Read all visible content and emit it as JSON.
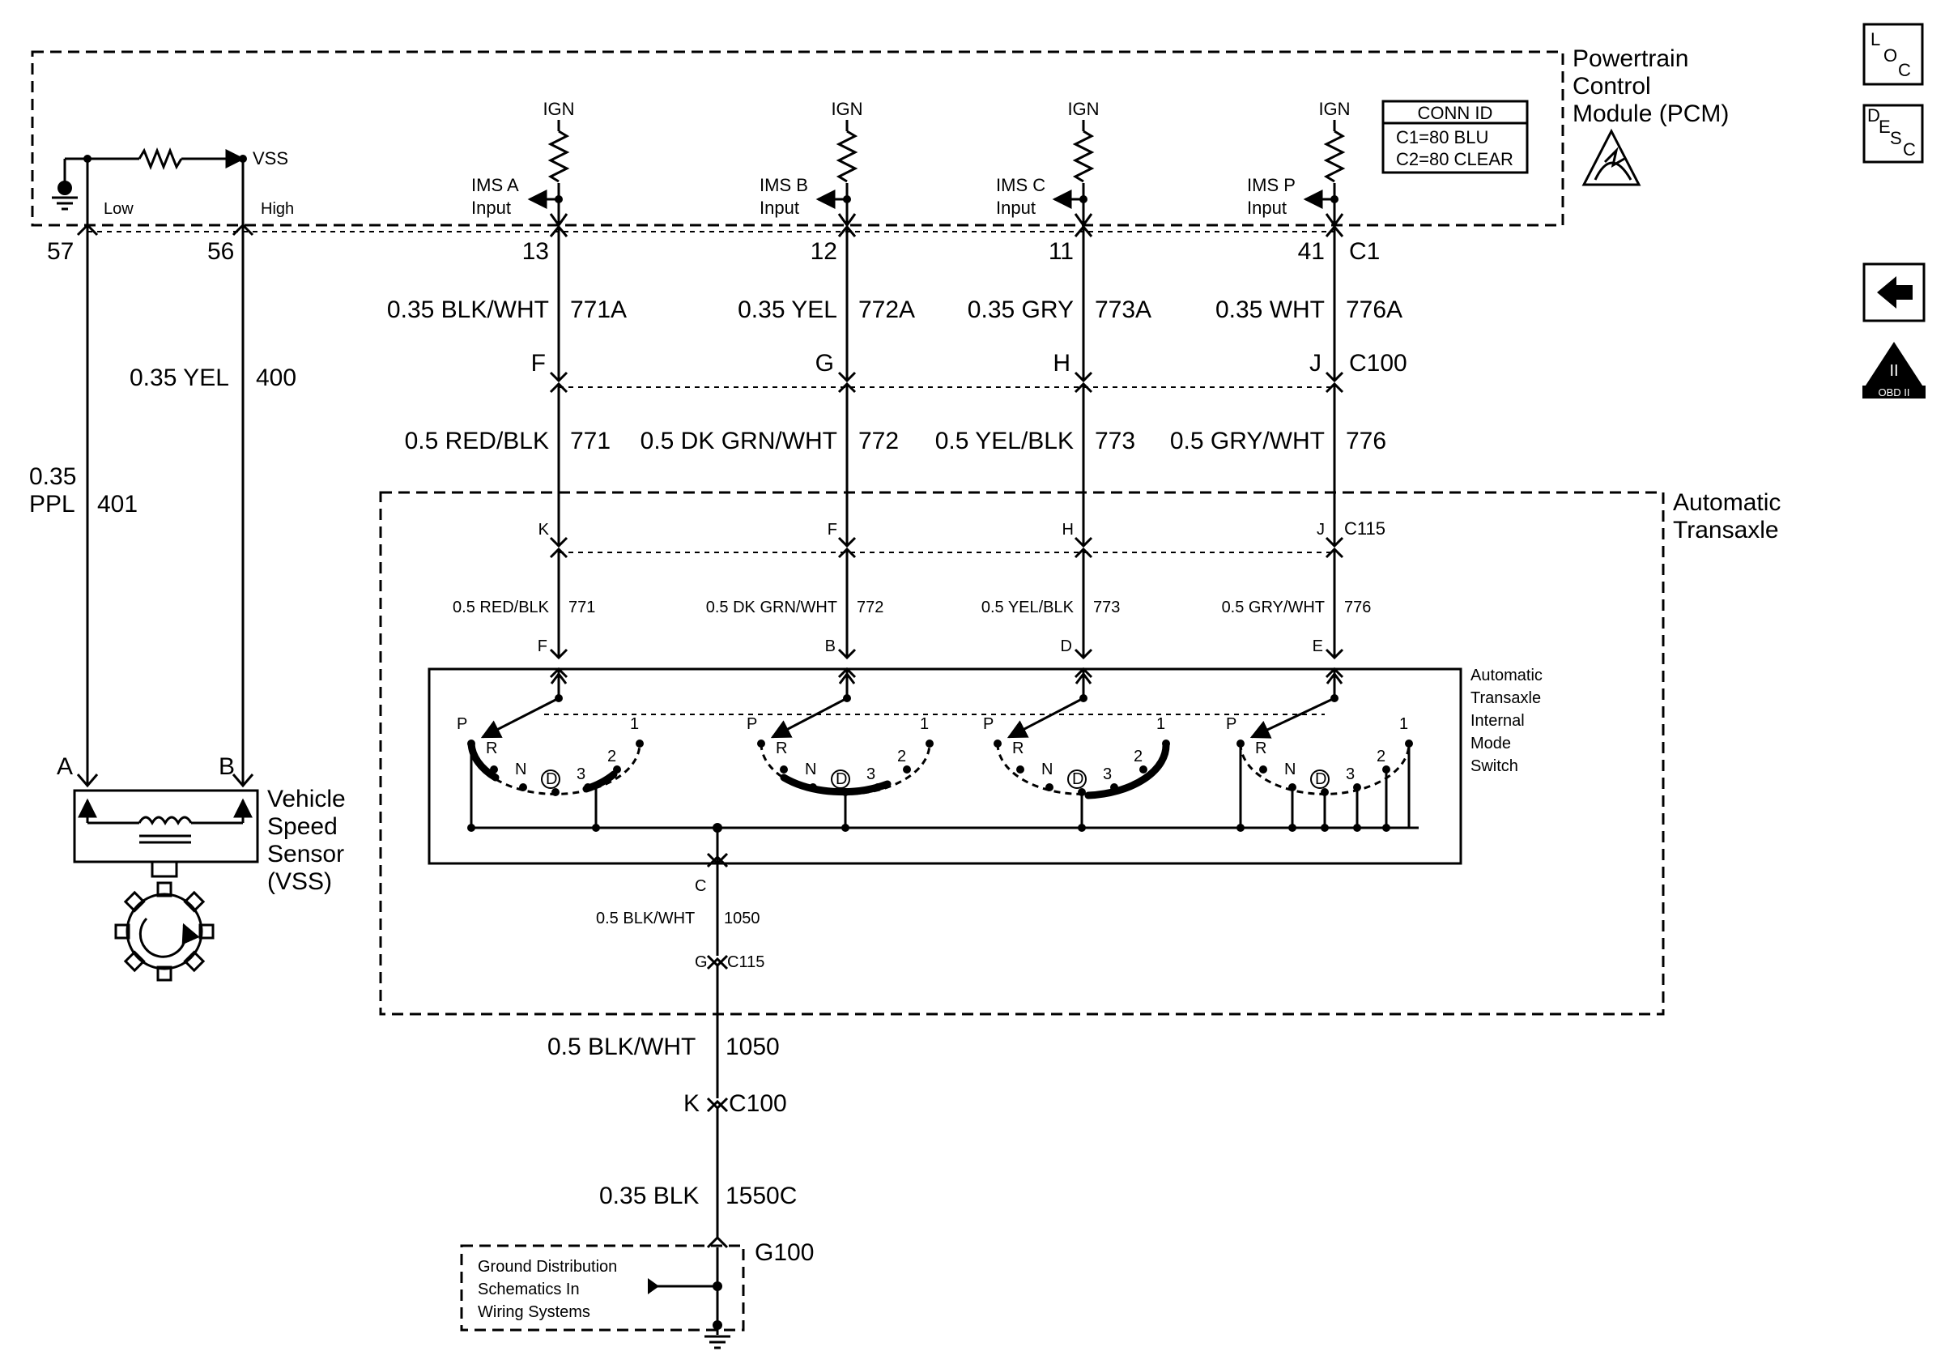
{
  "pcm": {
    "title_lines": [
      "Powertrain",
      "Control",
      "Module (PCM)"
    ],
    "connector": "C1"
  },
  "conn_id": {
    "title": "CONN ID",
    "c1": "C1=80 BLU",
    "c2": "C2=80 CLEAR"
  },
  "ign_label": "IGN",
  "low_label": "Low",
  "high_label": "High",
  "vss_signal": "VSS",
  "ims_inputs": [
    {
      "name": "IMS A",
      "sub": "Input",
      "pin": "13"
    },
    {
      "name": "IMS B",
      "sub": "Input",
      "pin": "12"
    },
    {
      "name": "IMS C",
      "sub": "Input",
      "pin": "11"
    },
    {
      "name": "IMS P",
      "sub": "Input",
      "pin": "41"
    }
  ],
  "vss_pins": [
    "57",
    "56"
  ],
  "upper_wires": [
    {
      "gauge": "0.35 BLK/WHT",
      "circuit": "771A",
      "c100_pin": "F"
    },
    {
      "gauge": "0.35 YEL",
      "circuit": "772A",
      "c100_pin": "G"
    },
    {
      "gauge": "0.35 GRY",
      "circuit": "773A",
      "c100_pin": "H"
    },
    {
      "gauge": "0.35 WHT",
      "circuit": "776A",
      "c100_pin": "J"
    }
  ],
  "c100_label": "C100",
  "mid_wires": [
    {
      "gauge": "0.5 RED/BLK",
      "circuit": "771"
    },
    {
      "gauge": "0.5 DK GRN/WHT",
      "circuit": "772"
    },
    {
      "gauge": "0.5 YEL/BLK",
      "circuit": "773"
    },
    {
      "gauge": "0.5 GRY/WHT",
      "circuit": "776"
    }
  ],
  "transaxle": {
    "title_lines": [
      "Automatic",
      "Transaxle"
    ],
    "c115_label": "C115",
    "c115_pins": [
      "K",
      "F",
      "H",
      "J"
    ]
  },
  "inner_wires": [
    {
      "gauge": "0.5 RED/BLK",
      "circuit": "771",
      "switch_pin": "F"
    },
    {
      "gauge": "0.5 DK GRN/WHT",
      "circuit": "772",
      "switch_pin": "B"
    },
    {
      "gauge": "0.5 YEL/BLK",
      "circuit": "773",
      "switch_pin": "D"
    },
    {
      "gauge": "0.5 GRY/WHT",
      "circuit": "776",
      "switch_pin": "E"
    }
  ],
  "switch": {
    "title_lines": [
      "Automatic",
      "Transaxle",
      "Internal",
      "Mode",
      "Switch"
    ],
    "positions": [
      "P",
      "R",
      "N",
      "D",
      "3",
      "2",
      "1"
    ]
  },
  "vss_wires": [
    {
      "gauge_lines": [
        "0.35",
        "PPL"
      ],
      "circuit": "401",
      "pin": "A"
    },
    {
      "gauge_lines": [
        "0.35 YEL"
      ],
      "circuit": "400",
      "pin": "B"
    }
  ],
  "vss_sensor": {
    "title_lines": [
      "Vehicle",
      "Speed",
      "Sensor",
      "(VSS)"
    ]
  },
  "ground": {
    "switch_pin": "C",
    "inner_gauge": "0.5 BLK/WHT",
    "inner_circuit": "1050",
    "c115_pin": "G",
    "c115_label": "C115",
    "outer_gauge": "0.5 BLK/WHT",
    "outer_circuit": "1050",
    "c100_pin": "K",
    "c100_label": "C100",
    "final_gauge": "0.35 BLK",
    "final_circuit": "1550C",
    "ground_label": "G100",
    "note_lines": [
      "Ground Distribution",
      "Schematics In",
      "Wiring Systems"
    ]
  },
  "side_icons": {
    "loc": [
      "L",
      "O",
      "C"
    ],
    "desc": [
      "D",
      "E",
      "S",
      "C"
    ],
    "obd": "OBD II"
  }
}
